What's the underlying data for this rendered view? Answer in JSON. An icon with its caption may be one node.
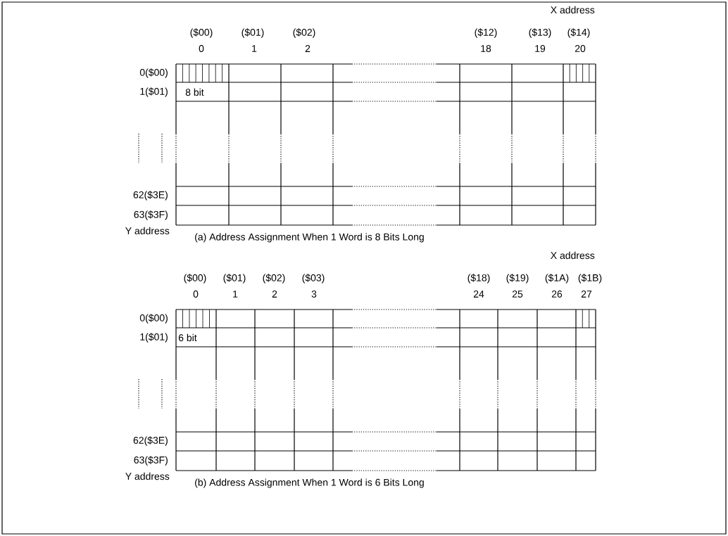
{
  "diagram": {
    "labels": [
      "X address",
      "($00)",
      "($01)",
      "($02)",
      "($12)",
      "($13)",
      "($14)",
      "0",
      "1",
      "2",
      "18",
      "19",
      "20",
      "0($00)",
      "1($01)",
      "8 bit",
      "62($3E)",
      "63($3F)",
      "Y address",
      "(a)  Address Assignment When 1 Word is 8 Bits Long",
      "X address",
      "($00)",
      "($01)",
      "($02)",
      "($03)",
      "($18)",
      "($19)",
      "($1A)",
      "($1B)",
      "0",
      "1",
      "2",
      "3",
      "24",
      "25",
      "26",
      "27",
      "0($00)",
      "1($01)",
      "6 bit",
      "62($3E)",
      "63($3F)",
      "Y address",
      "(b)  Address Assignment When 1 Word is 6 Bits Long"
    ]
  }
}
